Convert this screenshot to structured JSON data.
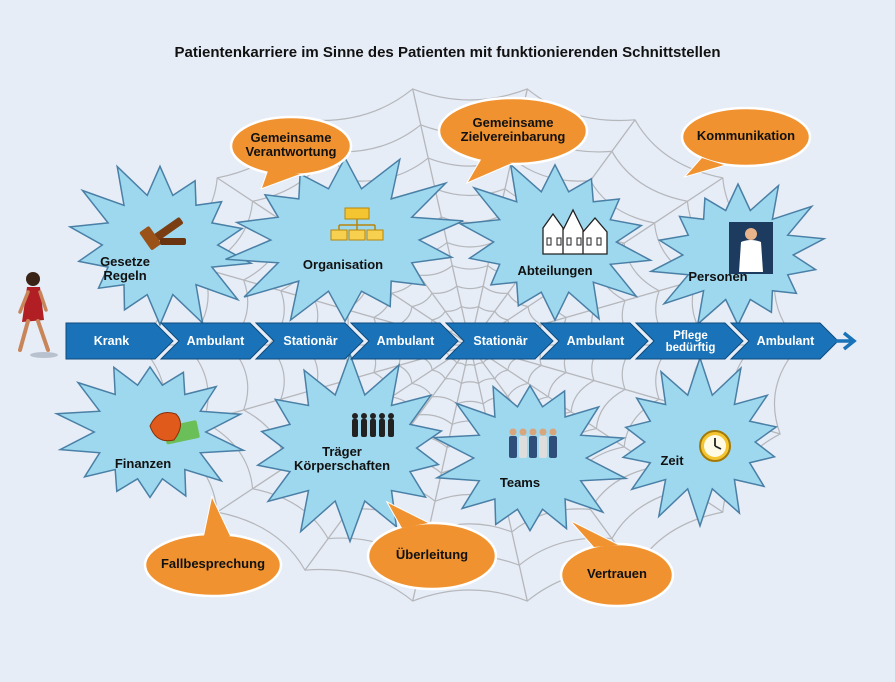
{
  "title": "Patientenkarriere im Sinne des Patienten mit funktionierenden Schnittstellen",
  "colors": {
    "background": "#e6edf7",
    "star_fill": "#9ed8ee",
    "arrow_fill": "#1a73b8",
    "bubble_fill": "#f0922f"
  },
  "timeline": [
    "Krank",
    "Ambulant",
    "Stationär",
    "Ambulant",
    "Stationär",
    "Ambulant",
    "Pflege\nbedürftig",
    "Ambulant"
  ],
  "stars_top": [
    {
      "label": "Gesetze\nRegeln",
      "icon": "gavel-icon"
    },
    {
      "label": "Organisation",
      "icon": "org-chart-icon"
    },
    {
      "label": "Abteilungen",
      "icon": "buildings-icon"
    },
    {
      "label": "Personen",
      "icon": "doctor-icon"
    }
  ],
  "stars_bottom": [
    {
      "label": "Finanzen",
      "icon": "money-icon"
    },
    {
      "label": "Träger\nKörperschaften",
      "icon": "people-silhouettes-icon"
    },
    {
      "label": "Teams",
      "icon": "team-icon"
    },
    {
      "label": "Zeit",
      "icon": "clock-icon"
    }
  ],
  "bubbles_top": [
    "Gemeinsame\nVerantwortung",
    "Gemeinsame\nZielvereinbarung",
    "Kommunikation"
  ],
  "bubbles_bottom": [
    "Fallbesprechung",
    "Überleitung",
    "Vertrauen"
  ]
}
